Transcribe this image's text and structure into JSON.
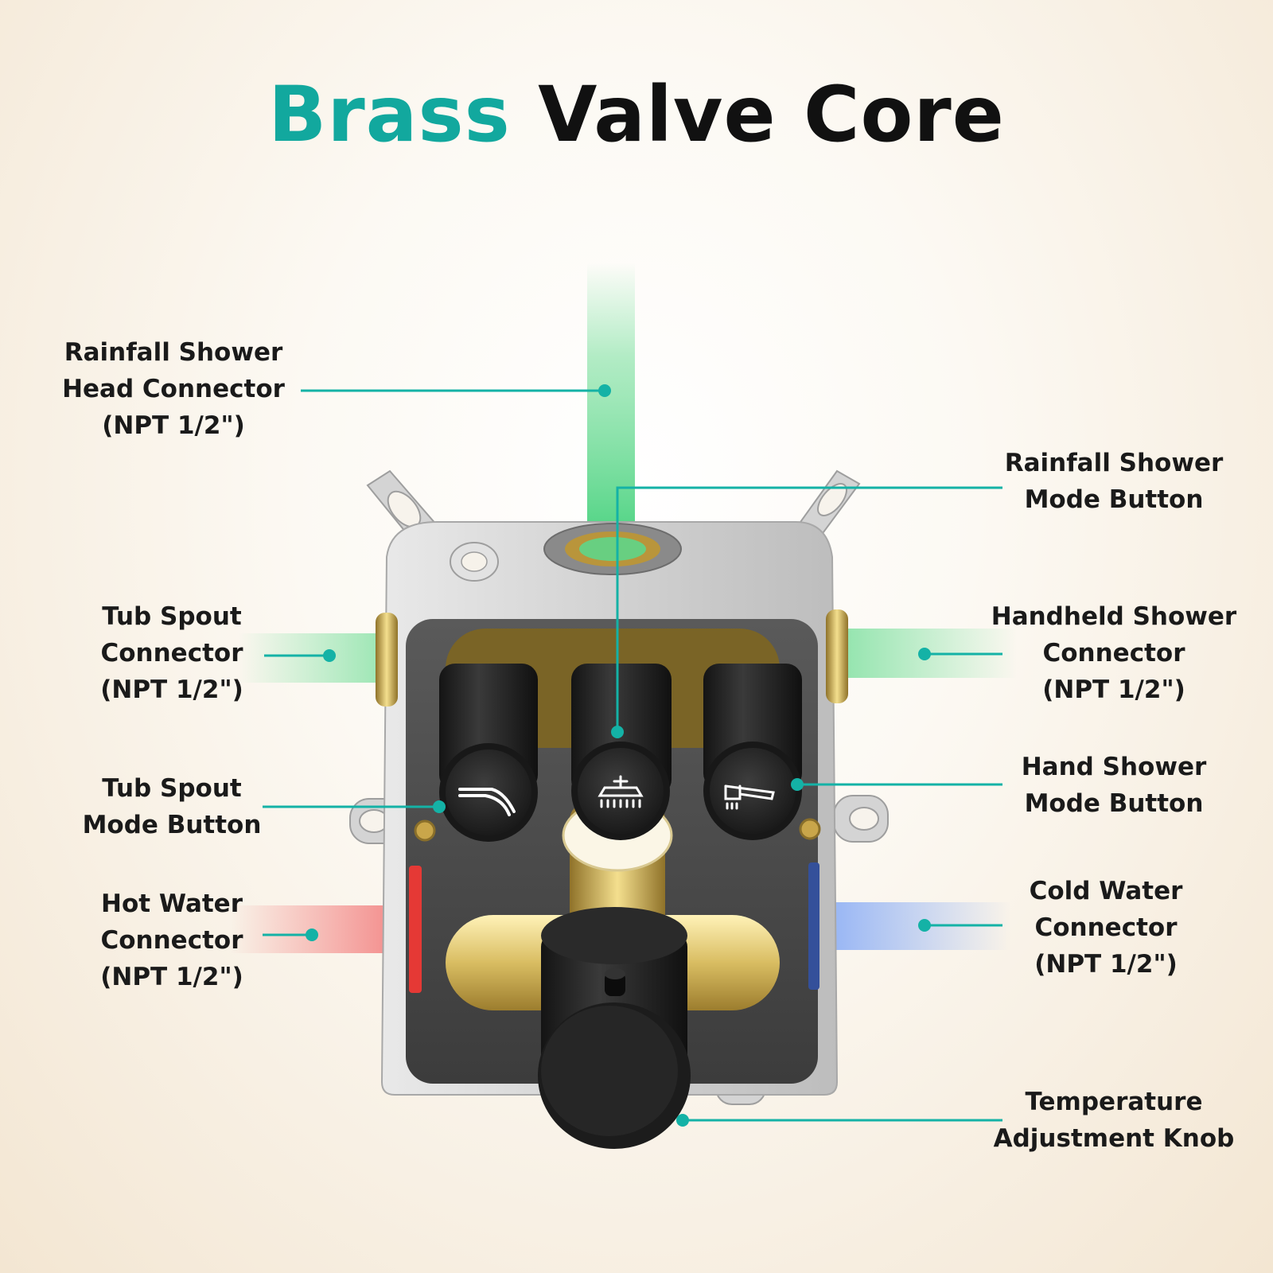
{
  "title": {
    "part1": "Brass",
    "part2": "Valve Core"
  },
  "colors": {
    "accent": "#12a89e",
    "title_dark": "#111111",
    "hot_pipe": "#f27a7a",
    "cold_pipe": "#8fb0f5",
    "outlet_pipe": "#7fe0a0",
    "brass": "#c9a64a",
    "knob": "#1e1e1e"
  },
  "callouts": {
    "rainfall_connector": {
      "lines": [
        "Rainfall Shower",
        "Head Connector",
        "(NPT 1/2\")"
      ]
    },
    "rainfall_button": {
      "lines": [
        "Rainfall Shower",
        "Mode Button"
      ]
    },
    "tub_spout_connector": {
      "lines": [
        "Tub Spout",
        "Connector",
        "(NPT 1/2\")"
      ]
    },
    "handheld_connector": {
      "lines": [
        "Handheld Shower",
        "Connector",
        "(NPT 1/2\")"
      ]
    },
    "tub_spout_button": {
      "lines": [
        "Tub Spout",
        "Mode Button"
      ]
    },
    "hand_shower_button": {
      "lines": [
        "Hand Shower",
        "Mode Button"
      ]
    },
    "hot_water_connector": {
      "lines": [
        "Hot Water",
        "Connector",
        "(NPT 1/2\")"
      ]
    },
    "cold_water_connector": {
      "lines": [
        "Cold Water",
        "Connector",
        "(NPT 1/2\")"
      ]
    },
    "temperature_knob": {
      "lines": [
        "Temperature",
        "Adjustment Knob"
      ]
    }
  },
  "icons": {
    "left_button": "tub-spout-icon",
    "middle_button": "rainfall-shower-icon",
    "right_button": "hand-shower-icon"
  }
}
